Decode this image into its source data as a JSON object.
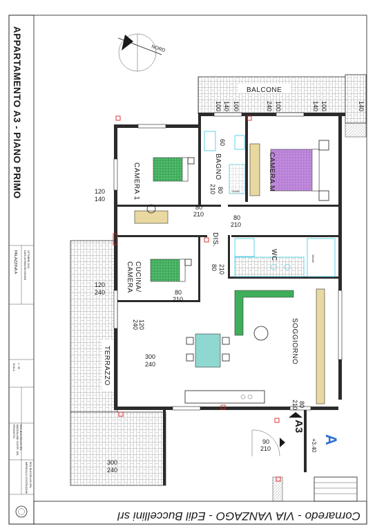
{
  "title": "APPARTAMENTO A3 - PIANO PRIMO",
  "location": "Cornaredo  -  VIA VANZAGO  -  Edil Buccellini srl",
  "title_block": {
    "building": "PALAZZINA A",
    "scale_label": "SCALA",
    "scale": "1 : 50",
    "date": "OTTOBRE 2023",
    "date_note": "DATA ULTIMA REVISIONE",
    "developer_label": "PROGETTO",
    "developer": "MADDALUNE COSTR. SRL",
    "firm": "EDIL BUCCELLINI SRL",
    "contractor_label": "IMPRESA DI COSTRUZIONI",
    "contractor": "EDIL BUCCELLINI SRL"
  },
  "north_label": "NORD",
  "rooms": {
    "balcone": "BALCONE",
    "bagno": "BAGNO",
    "camera_m": "CAMERA M",
    "camera_1": "CAMERA 1",
    "dis": "DIS.",
    "wc": "WC",
    "cucina": "CUCINA/",
    "cucina2": "CAMERA",
    "soggiorno": "SOGGIORNO",
    "terrazzo": "TERRAZZO"
  },
  "unit": {
    "id": "A3",
    "elevation": "+3.40",
    "block": "A"
  },
  "dimensions": {
    "balcone_doors": [
      "100",
      "140",
      "100",
      "240",
      "100",
      "140",
      "100",
      "140"
    ],
    "bagno_60": "60",
    "bagno_door_80": "80",
    "bagno_door_210": "210",
    "cam1_win_120": "120",
    "cam1_win_140": "140",
    "door_a_80": "80",
    "door_a_210": "210",
    "door_b_80": "80",
    "door_b_210": "210",
    "cuc_win_120": "120",
    "cuc_win_240": "240",
    "cuc_door_80": "80",
    "cuc_door_210": "210",
    "wc_door_80": "80",
    "wc_door_210": "210",
    "sog_120": "120",
    "sog_240": "240",
    "ter_300": "300",
    "ter_240": "240",
    "entry_80": "80",
    "entry_210": "210",
    "stair_90": "90",
    "stair_210": "210",
    "lower_300": "300",
    "lower_240": "240"
  },
  "fixtures": {
    "shower_bagno": "120x80",
    "shower_wc": "160x80"
  },
  "colors": {
    "camera_m_bed": "#b87fd6",
    "camera_bed": "#3fae5b",
    "sofa": "#3fae5b",
    "table": "#8fd8d2",
    "cabinet": "#e9d9a0",
    "fixture_cyan": "#38c6e0",
    "red_accent": "#d62020"
  },
  "icons": [
    "north-arrow-icon",
    "section-marker-icon"
  ]
}
